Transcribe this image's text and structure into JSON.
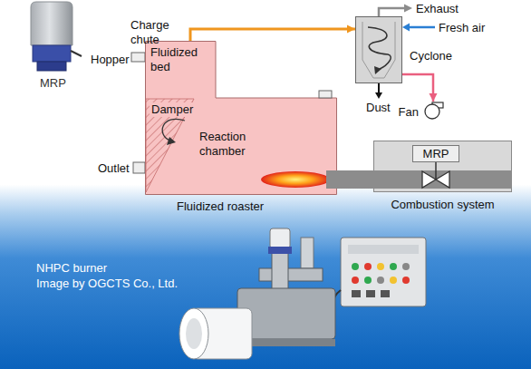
{
  "diagram": {
    "nodes": [
      {
        "text": [
          "Fluidized roaster"
        ]
      },
      {
        "text": [
          "Fluidized bed"
        ],
        "in": 0
      },
      {
        "text": [
          "Reaction chamber"
        ],
        "in": 0
      },
      {
        "text": [
          "Cyclone"
        ]
      },
      {
        "text": [
          "Fan"
        ]
      },
      {
        "text": [
          "Combustion system"
        ]
      },
      {
        "text": [
          "MRP"
        ],
        "in": 5
      }
    ],
    "edges": [
      {
        "from": 1,
        "to": 3,
        "arrow": "to"
      },
      {
        "from": 3,
        "to": 4,
        "arrow": "to"
      }
    ],
    "labels": [
      "MRP",
      "Charge chute",
      "Hopper",
      "Damper",
      "Outlet",
      "Exhaust",
      "Fresh air",
      "Dust",
      "NHPC burner",
      "Image by OGCTS Co., Ltd."
    ]
  }
}
